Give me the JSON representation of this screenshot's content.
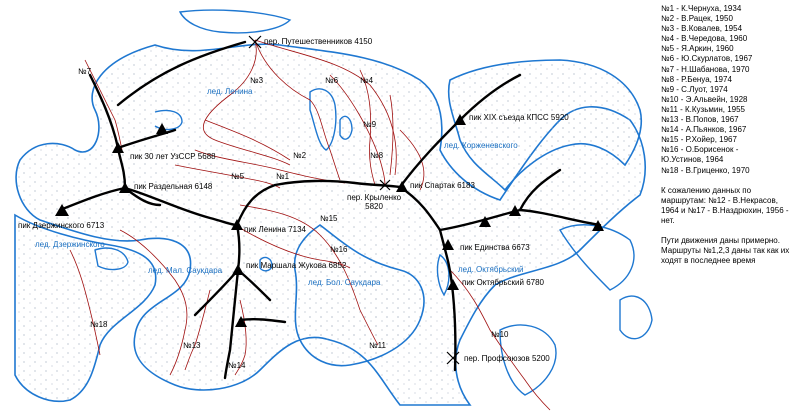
{
  "colors": {
    "glacier_outline": "#1f78d1",
    "ridge": "#000000",
    "route": "#a01010",
    "glacier_label": "#1a6fc0",
    "dots": "#9aa6b8"
  },
  "peaks": [
    "пик 30 лет УзССР 5688",
    "пик Раздельная 6148",
    "пик Дзержинского 6713",
    "пик Ленина 7134",
    "пик Маршала Жукова 6852",
    "пик Спартак 6183",
    "пик XIX съезда КПСС 5920",
    "пик Единства 6673",
    "пик Октябрьский 6780"
  ],
  "passes": [
    "пер. Путешественников 4150",
    "пер. Крыленко\n5820",
    "пер. Профсоюзов 5200"
  ],
  "glaciers": [
    "лед. Ленина",
    "лед. Корженевского",
    "лед. Дзержинского",
    "лед. Мал. Саукдара",
    "лед. Бол. Саукдара",
    "лед. Октябрьский"
  ],
  "route_labels": [
    "№1",
    "№2",
    "№3",
    "№4",
    "№5",
    "№6",
    "№7",
    "№8",
    "№9",
    "№10",
    "№11",
    "№13",
    "№14",
    "№15",
    "№16",
    "№18"
  ],
  "legend": {
    "routes": [
      "№1   - К.Чернуха, 1934",
      "№2   - В.Рацек, 1950",
      "№3   - В.Ковалев, 1954",
      "№4   - В.Чередова, 1960",
      "№5   - Я.Аркин, 1960",
      "№6   - Ю.Скурлатов, 1967",
      "№7   - Н.Шабанова, 1970",
      "№8   - Р.Бенуа, 1974",
      "№9   - С.Луот, 1974",
      "№10  - Э.Альвейн, 1928",
      "№11  - К.Кузьмин, 1955",
      "№13  - В.Попов, 1967",
      "№14  - А.Пьянков, 1967",
      "№15  - Р.Хойер, 1967",
      "№16  - О.Борисенок -",
      "Ю.Устинов, 1964",
      "№18  - В.Гриценко, 1970"
    ],
    "note1": "К сожалению данных по маршрутам: №12 - В.Некрасов, 1964 и №17 - В.Наздрюхин, 1956 - нет.",
    "note2": "Пути движения даны примерно. Маршруты №1,2,3 даны так как их ходят в последнее время"
  }
}
